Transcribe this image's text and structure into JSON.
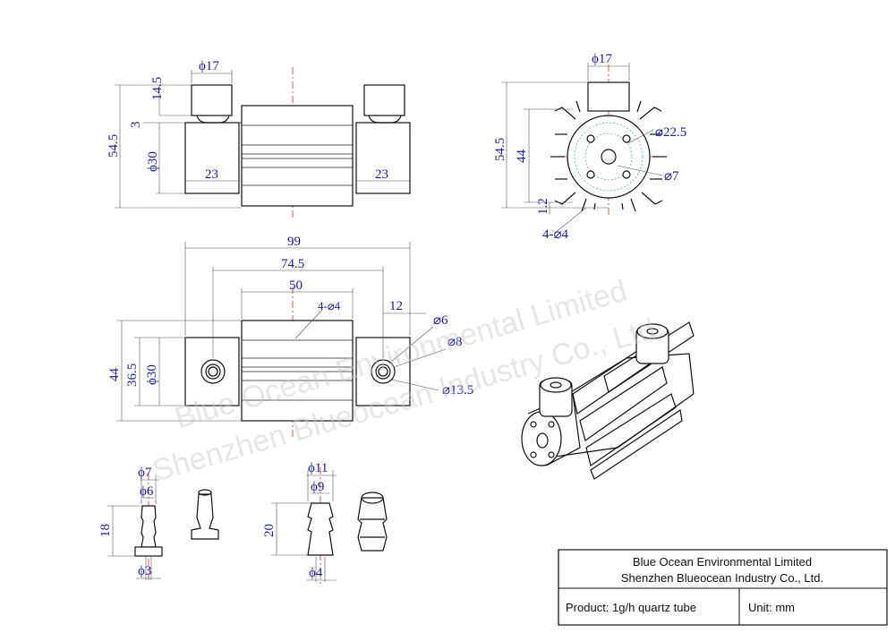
{
  "watermark": {
    "line1": "Blue Ocean Environmental Limited",
    "line2": "Shenzhen Blueocean Industry Co., Ltd."
  },
  "top_view": {
    "phi17": "ϕ17",
    "h14_5": "14.5",
    "h3": "3",
    "h54_5": "54.5",
    "phi30": "ϕ30",
    "w23_left": "23",
    "w23_right": "23"
  },
  "side_view": {
    "phi17": "ϕ17",
    "phi22_5": "⌀22.5",
    "phi7": "⌀7",
    "h54_5": "54.5",
    "h44": "44",
    "h1_2": "1.2",
    "holes": "4-⌀4"
  },
  "front_view": {
    "w99": "99",
    "w74_5": "74.5",
    "w50": "50",
    "w12": "12",
    "holes": "4-⌀4",
    "phi6": "⌀6",
    "phi8": "⌀8",
    "phi13_5": "⌀13.5",
    "h44": "44",
    "h36_5": "36.5",
    "phi30": "ϕ30"
  },
  "fitting_small": {
    "phi7": "ϕ7",
    "phi6": "ϕ6",
    "h18": "18",
    "phi3": "ϕ3"
  },
  "fitting_large": {
    "phi11": "ϕ11",
    "phi9": "ϕ9",
    "h20": "20",
    "phi4": "ϕ4"
  },
  "title_block": {
    "company_en": "Blue Ocean Environmental Limited",
    "company_cn": "Shenzhen Blueocean Industry Co., Ltd.",
    "product": "Product: 1g/h quartz tube",
    "unit": "Unit: mm"
  }
}
